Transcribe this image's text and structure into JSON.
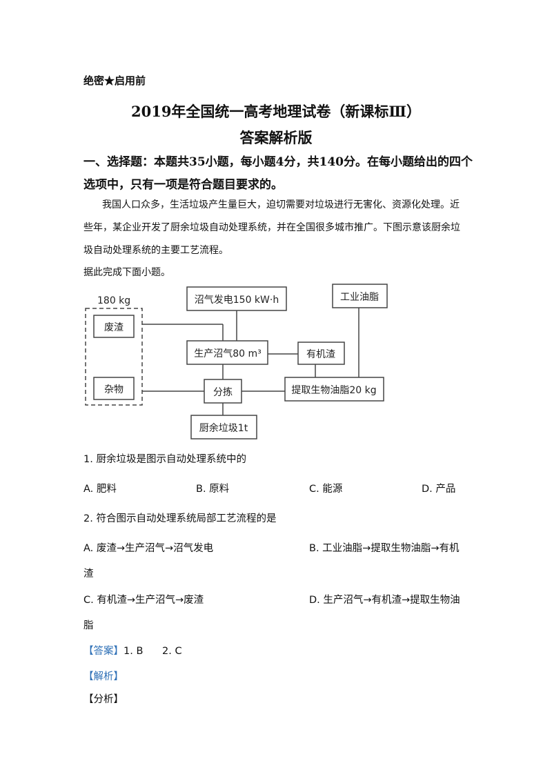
{
  "header": {
    "secret_label": "绝密★启用前",
    "title": "2019年全国统一高考地理试卷（新课标Ⅲ）",
    "subtitle": "答案解析版"
  },
  "section1": {
    "line1": "一、选择题：本题共35小题，每小题4分，共140分。在每小题给出的四个",
    "line2": "选项中，只有一项是符合题目要求的。"
  },
  "intro": {
    "line1": "我国人口众多，生活垃圾产生量巨大，迫切需要对垃圾进行无害化、资源化处理。近",
    "line2": "些年，某企业开发了厨余垃圾自动处理系统，并在全国很多城市推广。下图示意该厨余垃",
    "line3": "圾自动处理系统的主要工艺流程。",
    "instruction": "据此完成下面小题。"
  },
  "diagram": {
    "group_label": "180 kg",
    "residue": "废渣",
    "sundries": "杂物",
    "biogas_power": "沼气发电150 kW·h",
    "biogas_prod": "生产沼气80 m³",
    "sorting": "分拣",
    "kitchen_waste": "厨余垃圾1t",
    "organic_residue": "有机渣",
    "industrial_oil": "工业油脂",
    "extract_oil": "提取生物油脂20 kg"
  },
  "questions": [
    {
      "stem": "1.  厨余垃圾是图示自动处理系统中的",
      "options": [
        "A.  肥料",
        "B.  原料",
        "C.  能源",
        "D.  产品"
      ]
    },
    {
      "stem": "2.  符合图示自动处理系统局部工艺流程的是",
      "options": [
        "A.  废渣→生产沼气→沼气发电",
        "B.  工业油脂→提取生物油脂→有机",
        "渣",
        "C.  有机渣→生产沼气→废渣",
        "D.  生产沼气→有机渣→提取生物油",
        "脂"
      ]
    }
  ],
  "answer": {
    "label": "【答案】",
    "values": "1. B      2. C"
  },
  "analysis_label": "【解析】",
  "analysis_sub": "【分析】"
}
